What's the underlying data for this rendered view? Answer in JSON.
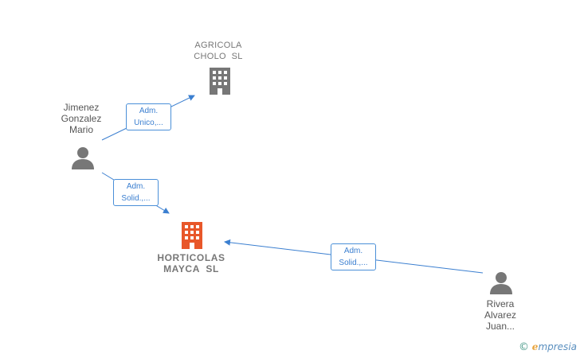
{
  "nodes": {
    "agricola": {
      "lines": [
        "AGRICOLA",
        "CHOLO  SL"
      ],
      "icon": "building-icon",
      "color": "#777777"
    },
    "horticolas": {
      "lines": [
        "HORTICOLAS",
        "MAYCA  SL"
      ],
      "icon": "building-icon",
      "color": "#e8572a"
    },
    "jimenez": {
      "lines": [
        "Jimenez",
        "Gonzalez",
        "Mario"
      ],
      "icon": "person-icon",
      "color": "#777777"
    },
    "rivera": {
      "lines": [
        "Rivera",
        "Alvarez",
        "Juan..."
      ],
      "icon": "person-icon",
      "color": "#777777"
    }
  },
  "edges": {
    "jimenez_agricola": {
      "lines": [
        "Adm.",
        "Unico,..."
      ]
    },
    "jimenez_horticolas": {
      "lines": [
        "Adm.",
        "Solid.,..."
      ]
    },
    "rivera_horticolas": {
      "lines": [
        "Adm.",
        "Solid.,..."
      ]
    }
  },
  "brand": {
    "copyright": "©",
    "initial": "e",
    "name": "mpresia"
  },
  "colors": {
    "edge": "#3b7fd0",
    "accent": "#e8572a"
  }
}
